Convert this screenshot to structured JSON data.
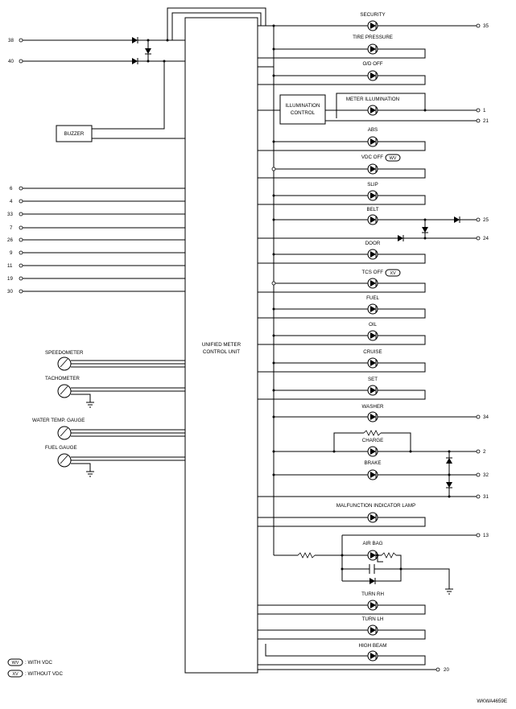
{
  "unit_label": [
    "UNIFIED METER",
    "CONTROL UNIT"
  ],
  "buzzer_label": "BUZZER",
  "illumination_control_label": [
    "ILLUMINATION",
    "CONTROL"
  ],
  "left_pins": {
    "p38": "38",
    "p40": "40",
    "p6": "6",
    "p4": "4",
    "p33": "33",
    "p7": "7",
    "p26": "26",
    "p9": "9",
    "p11": "11",
    "p19": "19",
    "p30": "30"
  },
  "gauges": {
    "speedometer": "SPEEDOMETER",
    "tachometer": "TACHOMETER",
    "water_temp": "WATER TEMP. GAUGE",
    "fuel": "FUEL GAUGE"
  },
  "indicators": {
    "security": "SECURITY",
    "tire_pressure": "TIRE PRESSURE",
    "od_off": "O/D OFF",
    "meter_illumination": "METER ILLUMINATION",
    "abs": "ABS",
    "vdc_off": "VDC OFF",
    "slip": "SLIP",
    "belt": "BELT",
    "door": "DOOR",
    "tcs_off": "TCS OFF",
    "fuel": "FUEL",
    "oil": "OIL",
    "cruise": "CRUISE",
    "set": "SET",
    "washer": "WASHER",
    "charge": "CHARGE",
    "brake": "BRAKE",
    "mil": "MALFUNCTION INDICATOR LAMP",
    "air_bag": "AIR BAG",
    "turn_rh": "TURN RH",
    "turn_lh": "TURN LH",
    "high_beam": "HIGH BEAM"
  },
  "right_pins": {
    "p35": "35",
    "p1": "1",
    "p21": "21",
    "p25": "25",
    "p24": "24",
    "p34": "34",
    "p2": "2",
    "p32": "32",
    "p31": "31",
    "p13": "13",
    "p20": "20"
  },
  "badges": {
    "wv": "WV",
    "xv": "XV"
  },
  "legend": {
    "wv_text": ": WITH VDC",
    "xv_text": ": WITHOUT VDC"
  },
  "figure_id": "WKWA4659E"
}
